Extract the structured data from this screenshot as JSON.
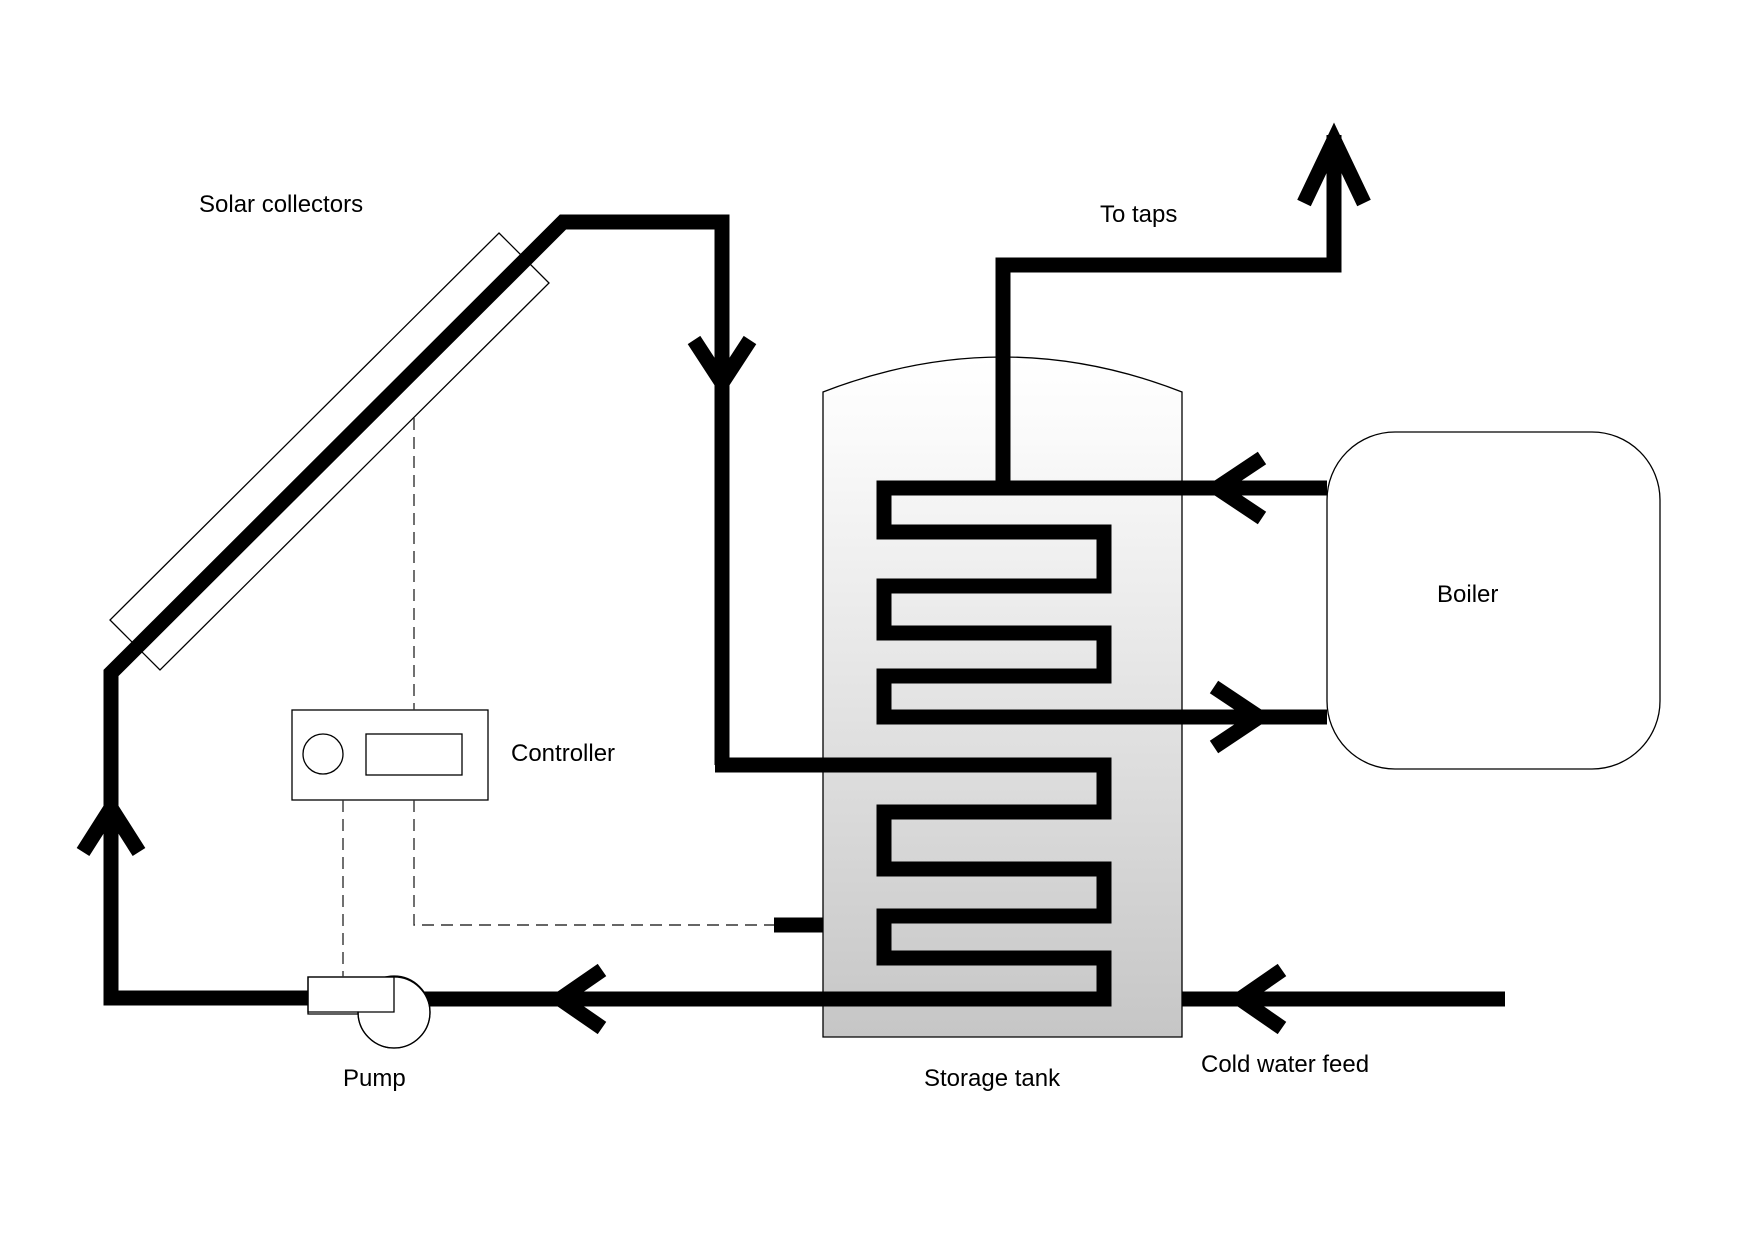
{
  "diagram": {
    "title": "Solar water heating system",
    "labels": {
      "solar_collectors": "Solar collectors",
      "to_taps": "To taps",
      "boiler": "Boiler",
      "controller": "Controller",
      "pump": "Pump",
      "storage_tank": "Storage tank",
      "cold_water_feed": "Cold water feed"
    },
    "components": [
      {
        "id": "solar-collectors",
        "label": "Solar collectors",
        "type": "panel"
      },
      {
        "id": "controller",
        "label": "Controller",
        "type": "control-unit"
      },
      {
        "id": "pump",
        "label": "Pump",
        "type": "pump"
      },
      {
        "id": "storage-tank",
        "label": "Storage tank",
        "type": "tank",
        "contains": [
          "upper coil (boiler loop)",
          "lower coil (solar loop)"
        ]
      },
      {
        "id": "boiler",
        "label": "Boiler",
        "type": "boiler"
      }
    ],
    "flows": [
      {
        "from": "Solar collectors",
        "to": "Storage tank lower coil",
        "direction": "down"
      },
      {
        "from": "Storage tank lower coil",
        "to": "Pump",
        "direction": "left"
      },
      {
        "from": "Pump",
        "to": "Solar collectors",
        "direction": "up"
      },
      {
        "from": "Boiler",
        "to": "Storage tank upper coil",
        "direction": "left"
      },
      {
        "from": "Storage tank upper coil",
        "to": "Boiler",
        "direction": "right"
      },
      {
        "from": "Storage tank",
        "to": "To taps",
        "direction": "up"
      },
      {
        "from": "Cold water feed",
        "to": "Storage tank",
        "direction": "left"
      }
    ],
    "signal_links": [
      {
        "from": "Controller",
        "to": "Solar collectors",
        "style": "dashed"
      },
      {
        "from": "Controller",
        "to": "Pump",
        "style": "dashed"
      },
      {
        "from": "Controller",
        "to": "Storage tank sensor",
        "style": "dashed"
      }
    ],
    "colors": {
      "pipe": "#000000",
      "tank_fill_top": "#ffffff",
      "tank_fill_bottom": "#c8c8c8",
      "outline": "#000000",
      "signal_line": "#333333"
    }
  }
}
